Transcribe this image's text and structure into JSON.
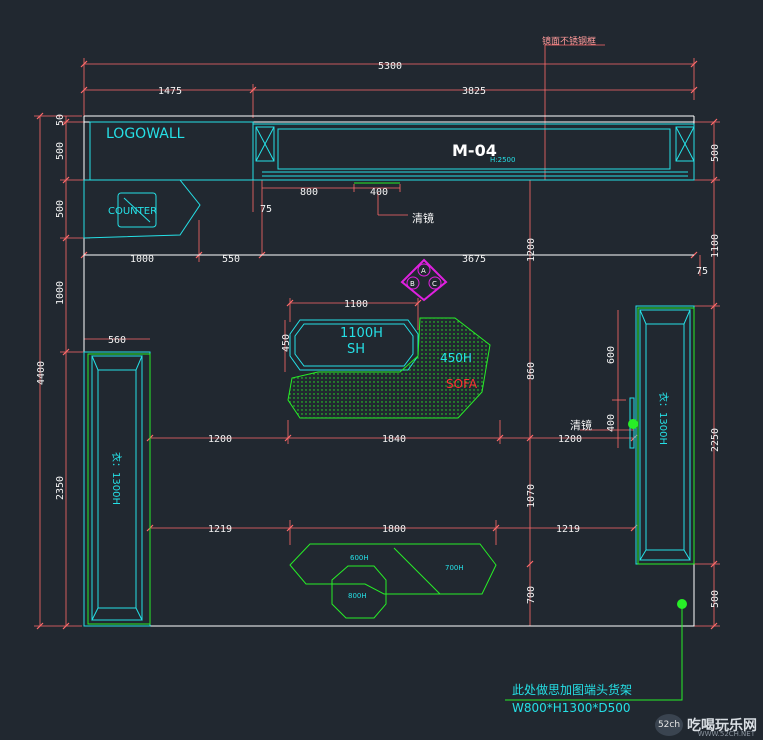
{
  "dims_top": {
    "total": "5300",
    "left": "1475",
    "right": "3825",
    "mirror_frame_note": "镜面不锈钢框",
    "d800": "800",
    "d400": "400",
    "d75": "75",
    "clear_mirror_top": "清镜"
  },
  "dims_left": {
    "total": "4400",
    "d50": "50",
    "d500a": "500",
    "d500b": "500",
    "d1000": "1000",
    "d2350": "2350"
  },
  "dims_right": {
    "d500a": "500",
    "d1100": "1100",
    "d75": "75",
    "d2250": "2250",
    "d500b": "500"
  },
  "dims_mid": {
    "d1000": "1000",
    "d550": "550",
    "d3675": "3675",
    "d1200v": "1200",
    "d1100": "1100",
    "d450": "450",
    "d860": "860",
    "d560": "560",
    "d1200a": "1200",
    "d1840": "1840",
    "d1200b": "1200",
    "d1070": "1070",
    "d1219a": "1219",
    "d1800": "1800",
    "d1219b": "1219",
    "d700": "700",
    "d600": "600",
    "d400r": "400"
  },
  "labels": {
    "logowall": "LOGOWALL",
    "counter": "COUNTER",
    "m04": "M-04",
    "m04_height": "H:2500",
    "table_h": "1100H",
    "table_sh": "SH",
    "sofa_h": "450H",
    "sofa": "SOFA",
    "clear_mirror_right": "清镜",
    "rack_left": "衣：1300H",
    "rack_right": "衣：1300H",
    "t600": "600H",
    "t700": "700H",
    "t800": "800H",
    "note_line1": "此处做思加图端头货架",
    "note_line2": "W800*H1300*D500",
    "marker_a": "A",
    "marker_b": "B",
    "marker_c": "C"
  },
  "watermark": {
    "logo": "52ch",
    "text": "吃喝玩乐网",
    "sub": "WWW.52CH.NET"
  },
  "colors": {
    "background": "#212830",
    "dimension": "#ff6a6a",
    "wall": "#ffffff",
    "fixture": "#25e0e6",
    "furniture": "#27ee27",
    "marker": "#e020e0"
  }
}
